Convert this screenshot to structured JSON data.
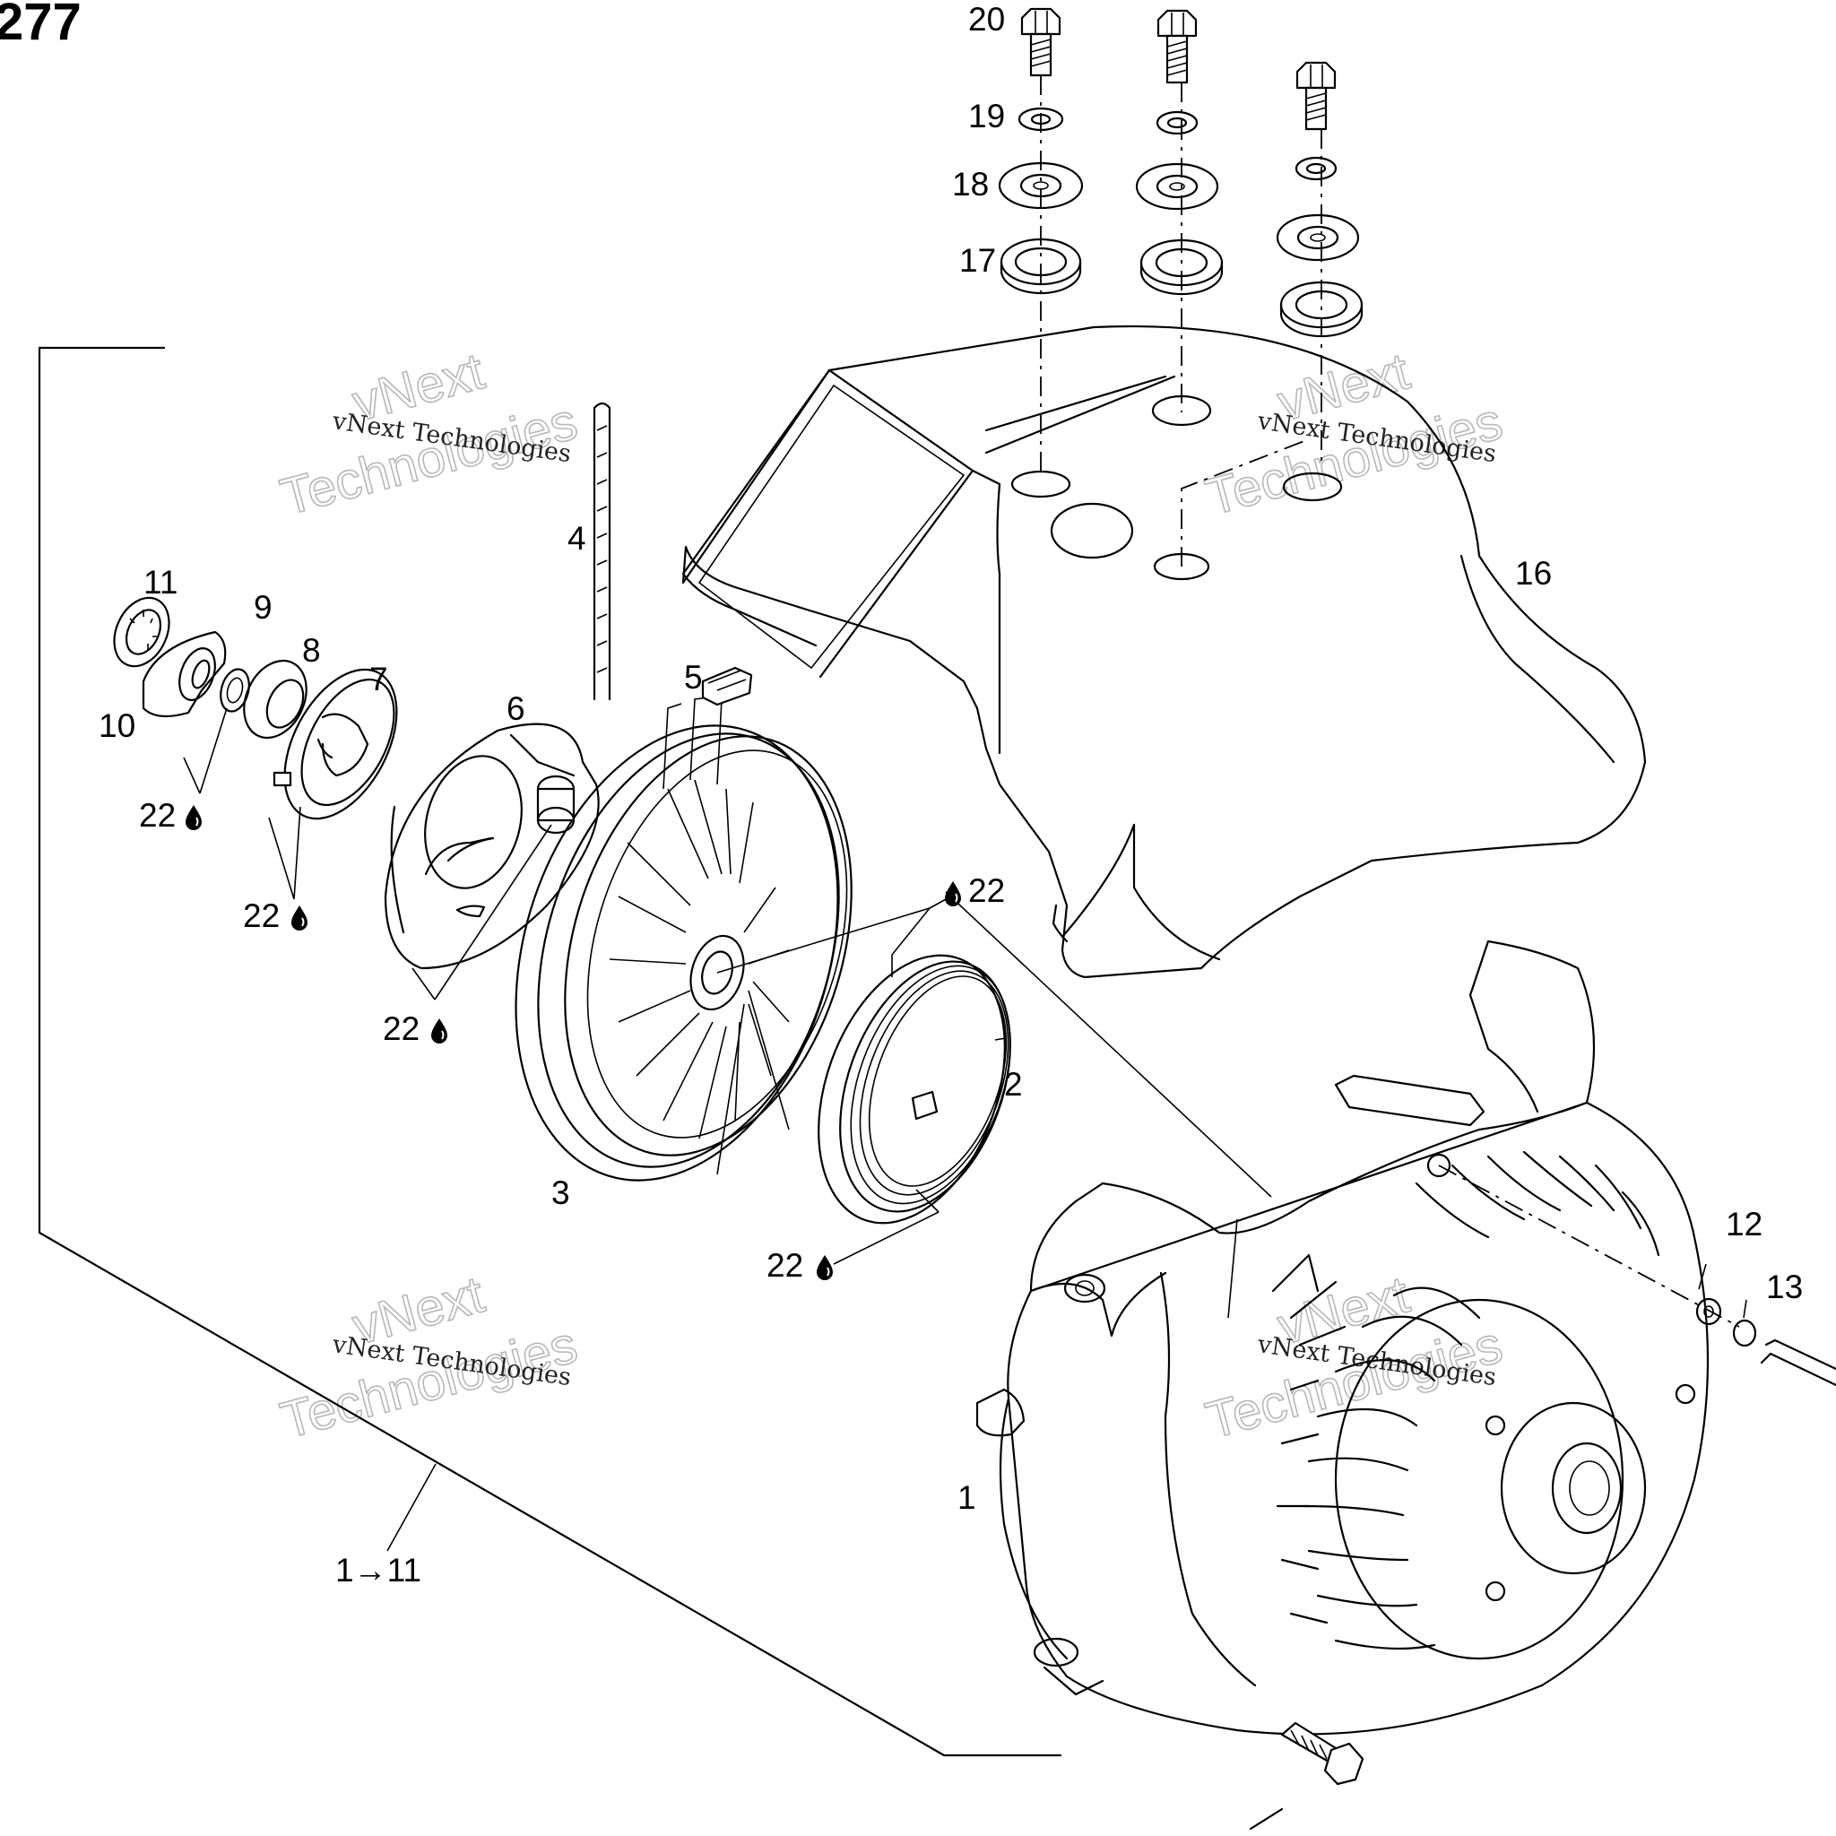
{
  "page_number": "277",
  "watermark": {
    "line1": "vNext Technologies",
    "outline_top": "vNext",
    "outline_bottom": "Technologies"
  },
  "callouts": {
    "c1": "1",
    "c2": "2",
    "c3": "3",
    "c4": "4",
    "c5": "5",
    "c6": "6",
    "c7": "7",
    "c8": "8",
    "c9": "9",
    "c10": "10",
    "c11": "11",
    "c12": "12",
    "c13": "13",
    "c16": "16",
    "c17": "17",
    "c18": "18",
    "c19": "19",
    "c20": "20",
    "c22": "22",
    "group_range": "1→11"
  }
}
